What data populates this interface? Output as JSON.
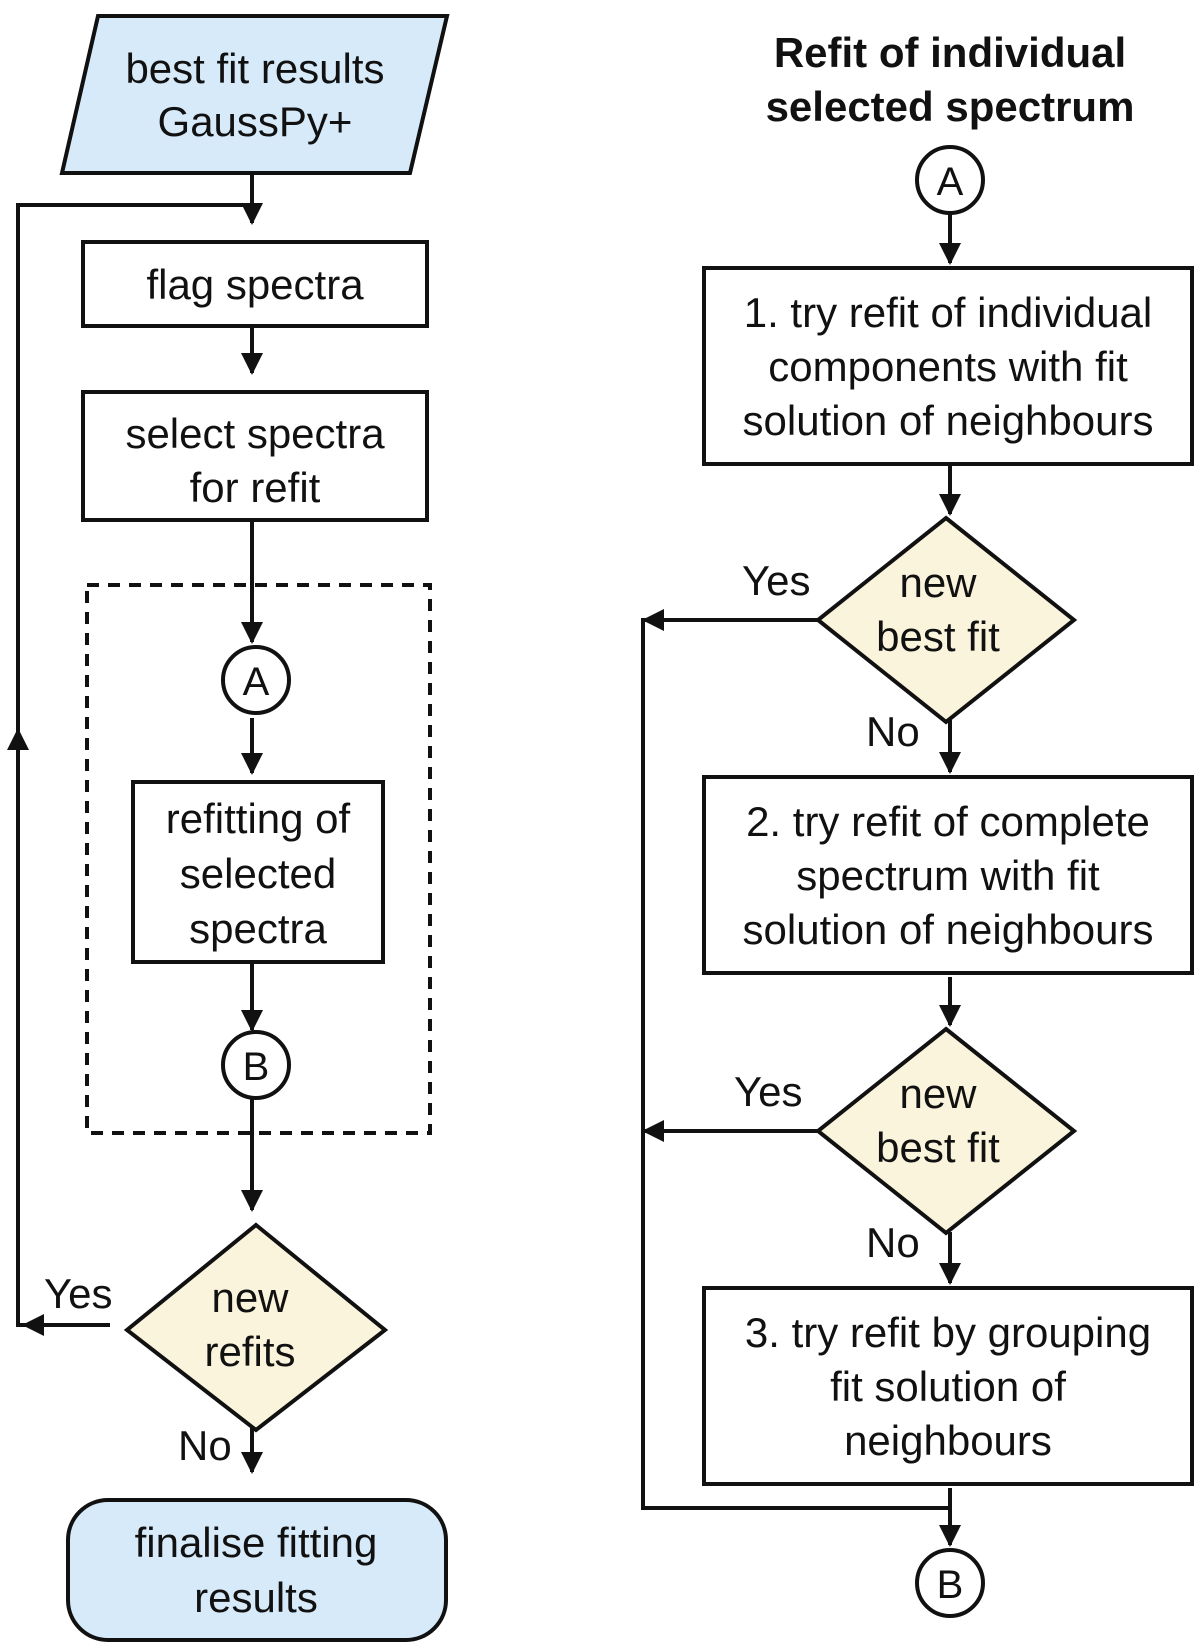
{
  "colors": {
    "terminal_fill": "#d6eafa",
    "decision_fill": "#fbf4dc",
    "process_fill": "#ffffff",
    "line": "#111111"
  },
  "left_flow": {
    "input": [
      "best fit results",
      "GaussPy+"
    ],
    "flag": [
      "flag spectra"
    ],
    "select": [
      "select spectra",
      "for refit"
    ],
    "connector_a": "A",
    "refitting": [
      "refitting of",
      "selected",
      "spectra"
    ],
    "connector_b": "B",
    "decision": [
      "new",
      "refits"
    ],
    "yes": "Yes",
    "no": "No",
    "finalise": [
      "finalise fitting",
      "results"
    ]
  },
  "right_flow": {
    "title": [
      "Refit of individual",
      "selected spectrum"
    ],
    "connector_a": "A",
    "step1": [
      "1. try refit of individual",
      "components with fit",
      "solution of neighbours"
    ],
    "decision1": [
      "new",
      "best fit"
    ],
    "yes1": "Yes",
    "no1": "No",
    "step2": [
      "2. try refit of complete",
      "spectrum with fit",
      "solution of neighbours"
    ],
    "decision2": [
      "new",
      "best fit"
    ],
    "yes2": "Yes",
    "no2": "No",
    "step3": [
      "3. try refit by grouping",
      "fit solution of",
      "neighbours"
    ],
    "connector_b": "B"
  }
}
